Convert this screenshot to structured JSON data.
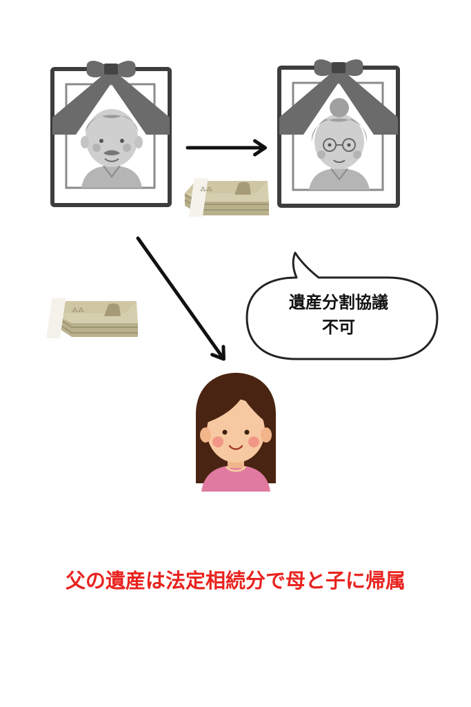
{
  "speech_bubble": {
    "line1": "遺産分割協議",
    "line2": "不可"
  },
  "caption": "父の遺産は法定相続分で母と子に帰属",
  "colors": {
    "caption": "#e8231f",
    "frame": "#3d3d3d",
    "ribbon": "#6b6b6b",
    "cash": "#cfc7a4",
    "daughter_hair": "#4a2412",
    "daughter_shirt": "#e07aa0"
  },
  "icons": [
    "father-portrait-icon",
    "mother-portrait-icon",
    "cash-bundle-icon",
    "daughter-icon",
    "arrow-icon"
  ]
}
